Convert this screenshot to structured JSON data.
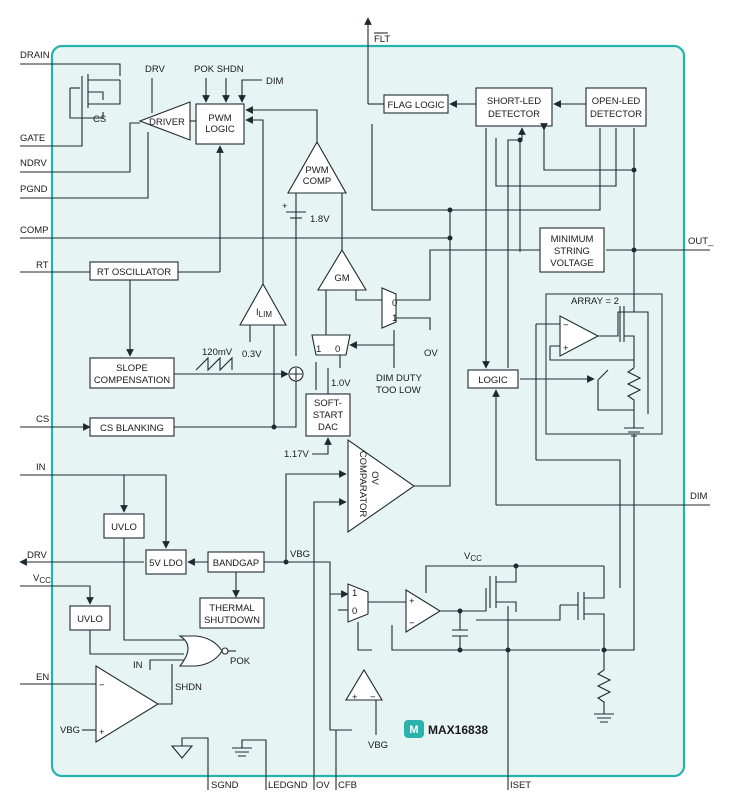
{
  "colors": {
    "chip_fill": "#e7f4f4",
    "chip_border": "#27b3ad",
    "wire": "#1f2a30",
    "logo": "#29b3ad"
  },
  "pins_left": {
    "drain": "DRAIN",
    "gate": "GATE",
    "ndrv": "NDRV",
    "pgnd": "PGND",
    "comp": "COMP",
    "rt": "RT",
    "cs": "CS",
    "in": "IN",
    "drv": "DRV",
    "vcc": "V",
    "vcc_sub": "CC",
    "en": "EN"
  },
  "pins_right": {
    "out": "OUT_",
    "dim": "DIM"
  },
  "pins_top": {
    "flt": "FLT"
  },
  "pins_bottom": {
    "sgnd": "SGND",
    "ledgnd": "LEDGND",
    "ov": "OV",
    "cfb": "CFB",
    "iset": "ISET"
  },
  "blocks": {
    "driver": "DRIVER",
    "pwm_logic": [
      "PWM",
      "LOGIC"
    ],
    "pwm_comp": [
      "PWM",
      "COMP"
    ],
    "gm": "GM",
    "ilim": "I",
    "ilim_sub": "LIM",
    "rt_osc": "RT OSCILLATOR",
    "slope": [
      "SLOPE",
      "COMPENSATION"
    ],
    "cs_blank": "CS BLANKING",
    "soft_start": [
      "SOFT-",
      "START",
      "DAC"
    ],
    "ov_comp": [
      "OV",
      "COMPARATOR"
    ],
    "flag_logic": "FLAG LOGIC",
    "short_led": [
      "SHORT-LED",
      "DETECTOR"
    ],
    "open_led": [
      "OPEN-LED",
      "DETECTOR"
    ],
    "min_string": [
      "MINIMUM",
      "STRING",
      "VOLTAGE"
    ],
    "array": "ARRAY = 2",
    "logic": "LOGIC",
    "uvlo1": "UVLO",
    "uvlo2": "UVLO",
    "ldo": "5V LDO",
    "bandgap": "BANDGAP",
    "thermal": [
      "THERMAL",
      "SHUTDOWN"
    ]
  },
  "labels": {
    "cs_fet": "CS",
    "drv": "DRV",
    "pok_shdn": "POK SHDN",
    "dim": "DIM",
    "v18": "1.8V",
    "v03": "0.3V",
    "mv120": "120mV",
    "v10": "1.0V",
    "v117": "1.17V",
    "dim_duty": [
      "DIM DUTY",
      "TOO LOW"
    ],
    "ov": "OV",
    "vbg": "VBG",
    "vcc": "V",
    "vcc_sub": "CC",
    "pok": "POK",
    "shdn": "SHDN",
    "in": "IN",
    "vbg_en": "VBG",
    "vbg_buf": "VBG",
    "mux_1": "1",
    "mux_0": "0",
    "plus": "+",
    "minus": "−"
  },
  "logo": {
    "mark": "M",
    "name": "MAX16838"
  }
}
